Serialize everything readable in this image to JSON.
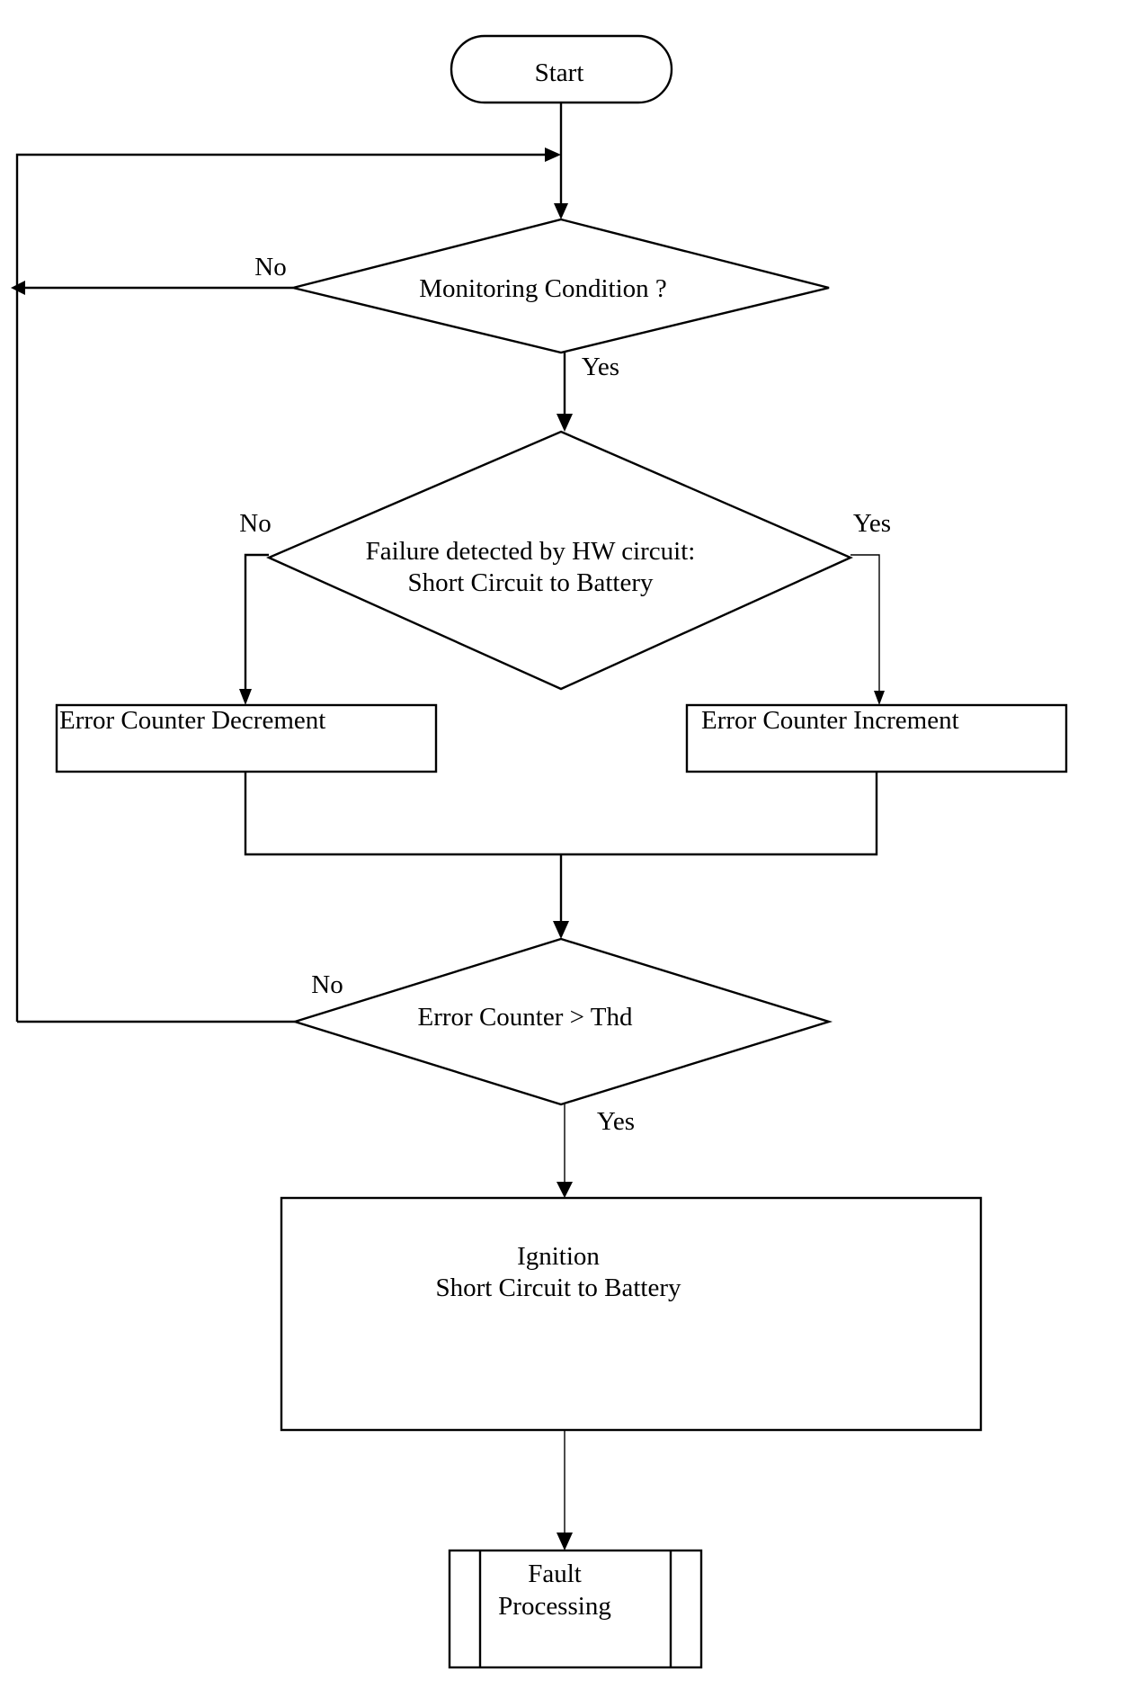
{
  "flowchart": {
    "start": "Start",
    "monitoring_condition": "Monitoring Condition ?",
    "monitoring_no": "No",
    "monitoring_yes": "Yes",
    "failure_line1": "Failure detected by HW circuit:",
    "failure_line2": "Short Circuit to Battery",
    "failure_no": "No",
    "failure_yes": "Yes",
    "counter_decrement": "Error Counter Decrement",
    "counter_increment": "Error Counter Increment",
    "threshold_check": "Error Counter >  Thd",
    "threshold_no": "No",
    "threshold_yes": "Yes",
    "ignition_line1": "Ignition",
    "ignition_line2": "Short Circuit to Battery",
    "fault_line1": "Fault",
    "fault_line2": "Processing"
  }
}
